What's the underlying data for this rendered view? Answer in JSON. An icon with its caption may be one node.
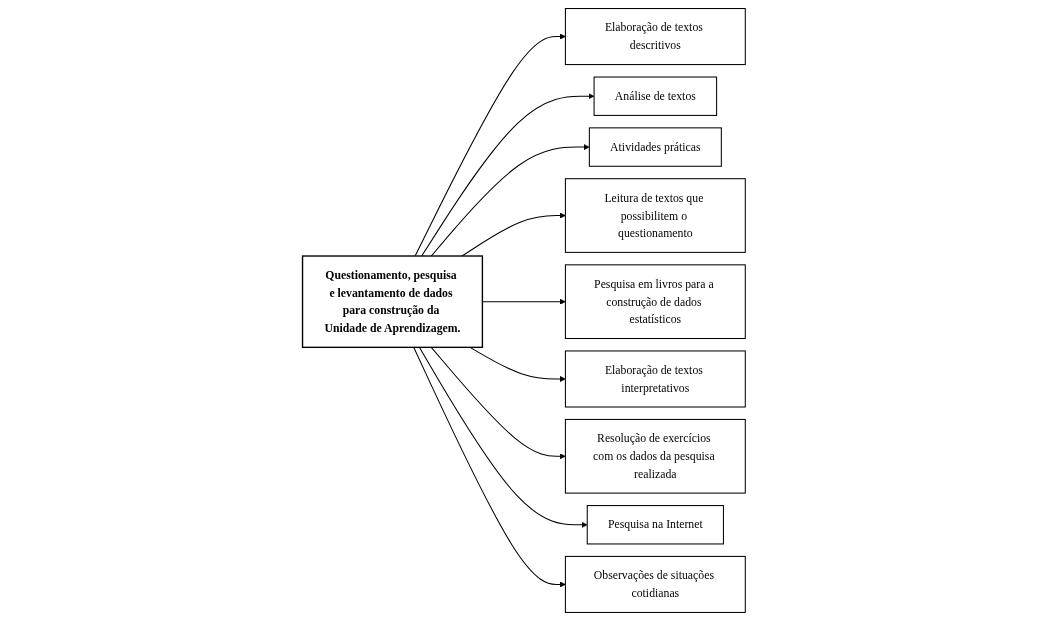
{
  "diagram": {
    "nodes": [
      {
        "text": [
          "Elaboração de textos descritivos"
        ]
      },
      {
        "text": [
          "Análise de textos"
        ]
      },
      {
        "text": [
          "Atividades práticas"
        ]
      },
      {
        "text": [
          "Leitura de textos que possibilitem o questionamento"
        ]
      },
      {
        "text": [
          "Questionamento, pesquisa e levantamento de dados para construção da Unidade de Aprendizagem."
        ]
      },
      {
        "text": [
          "Pesquisa em livros para a construção de dados estatísticos"
        ]
      },
      {
        "text": [
          "Elaboração de textos interpretativos"
        ]
      },
      {
        "text": [
          "Resolução de exercícios com os dados da pesquisa realizada"
        ]
      },
      {
        "text": [
          "Pesquisa na Internet"
        ]
      },
      {
        "text": [
          "Observações de situações cotidianas"
        ]
      }
    ],
    "edges": [
      {
        "from": 4,
        "to": 0,
        "arrow": "to"
      },
      {
        "from": 4,
        "to": 1,
        "arrow": "to"
      },
      {
        "from": 4,
        "to": 2,
        "arrow": "to"
      },
      {
        "from": 4,
        "to": 3,
        "arrow": "to"
      },
      {
        "from": 4,
        "to": 5,
        "arrow": "to"
      },
      {
        "from": 4,
        "to": 6,
        "arrow": "to"
      },
      {
        "from": 4,
        "to": 7,
        "arrow": "to"
      },
      {
        "from": 4,
        "to": 8,
        "arrow": "to"
      },
      {
        "from": 4,
        "to": 9,
        "arrow": "to"
      }
    ]
  }
}
